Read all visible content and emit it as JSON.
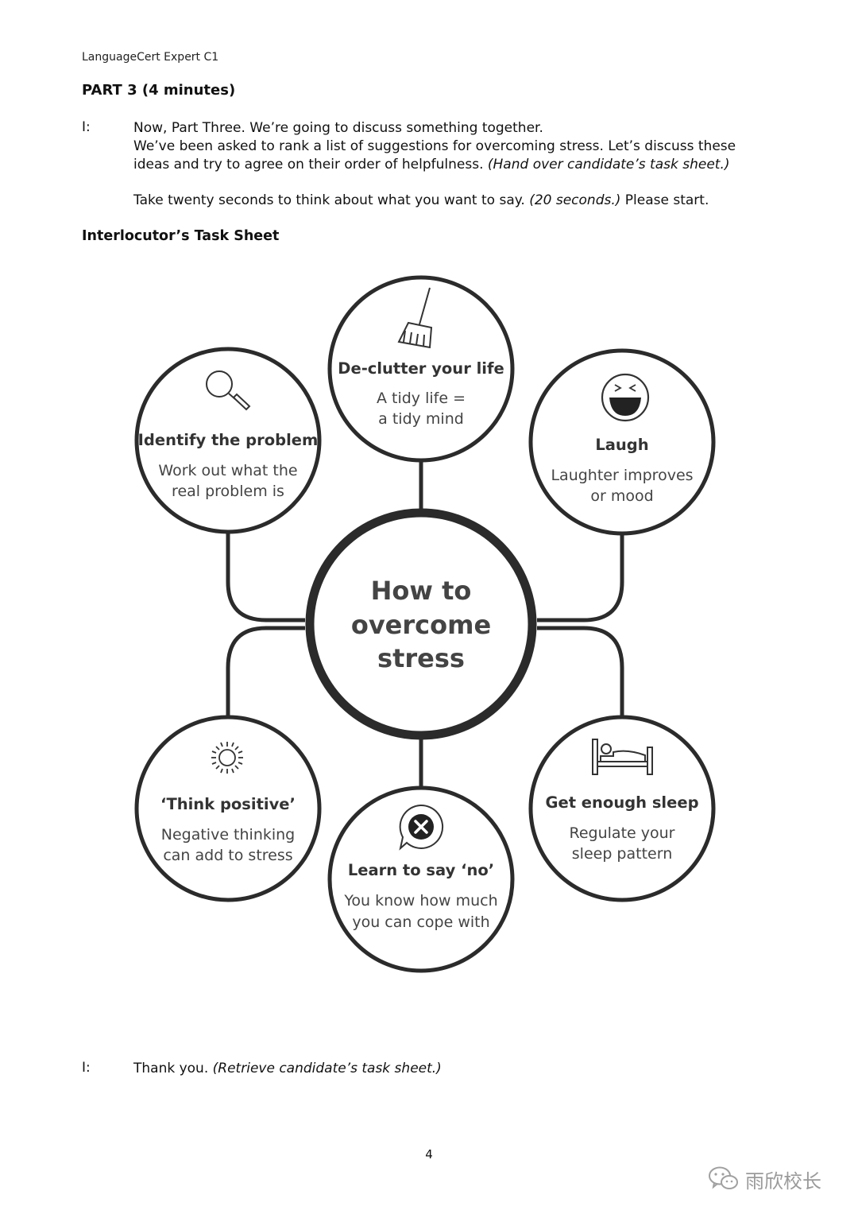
{
  "header": {
    "running_title": "LanguageCert Expert C1"
  },
  "part": {
    "title": "PART 3 (4 minutes)"
  },
  "intro": {
    "speaker": "I:",
    "line1": "Now, Part Three.  We’re going to discuss something together.",
    "line2": "We’ve been asked to rank a list of suggestions for overcoming stress. Let’s discuss these",
    "line3_plain": "ideas and try to agree on their order of helpfulness. ",
    "line3_italic": "(Hand over candidate’s task sheet.)",
    "line4_plain_a": "Take twenty seconds to think about what you want to say. ",
    "line4_italic": "(20 seconds.)",
    "line4_plain_b": " Please start."
  },
  "task_sheet": {
    "title": "Interlocutor’s Task Sheet"
  },
  "mindmap": {
    "center": {
      "line1": "How to",
      "line2": "overcome",
      "line3": "stress"
    },
    "nodes": [
      {
        "id": "declutter",
        "icon": "broom-icon",
        "title": "De-clutter your life",
        "sub1": "A tidy life =",
        "sub2": "a tidy mind"
      },
      {
        "id": "identify",
        "icon": "magnifier-icon",
        "title": "Identify the problem",
        "sub1": "Work out what the",
        "sub2": "real problem is"
      },
      {
        "id": "laugh",
        "icon": "laughing-face-icon",
        "title": "Laugh",
        "sub1": "Laughter improves",
        "sub2": "or mood"
      },
      {
        "id": "think",
        "icon": "sun-icon",
        "title": "‘Think positive’",
        "sub1": "Negative thinking",
        "sub2": "can add to stress"
      },
      {
        "id": "sleep",
        "icon": "bed-icon",
        "title": "Get enough sleep",
        "sub1": "Regulate your",
        "sub2": "sleep pattern"
      },
      {
        "id": "no",
        "icon": "cross-speech-bubble-icon",
        "title": "Learn to say ‘no’",
        "sub1": "You know how much",
        "sub2": "you can cope with"
      }
    ]
  },
  "closing": {
    "speaker": "I:",
    "plain": "Thank you. ",
    "italic": "(Retrieve candidate’s task sheet.)"
  },
  "page_number": "4",
  "watermark": {
    "text": "雨欣校长",
    "icon": "wechat-icon"
  }
}
